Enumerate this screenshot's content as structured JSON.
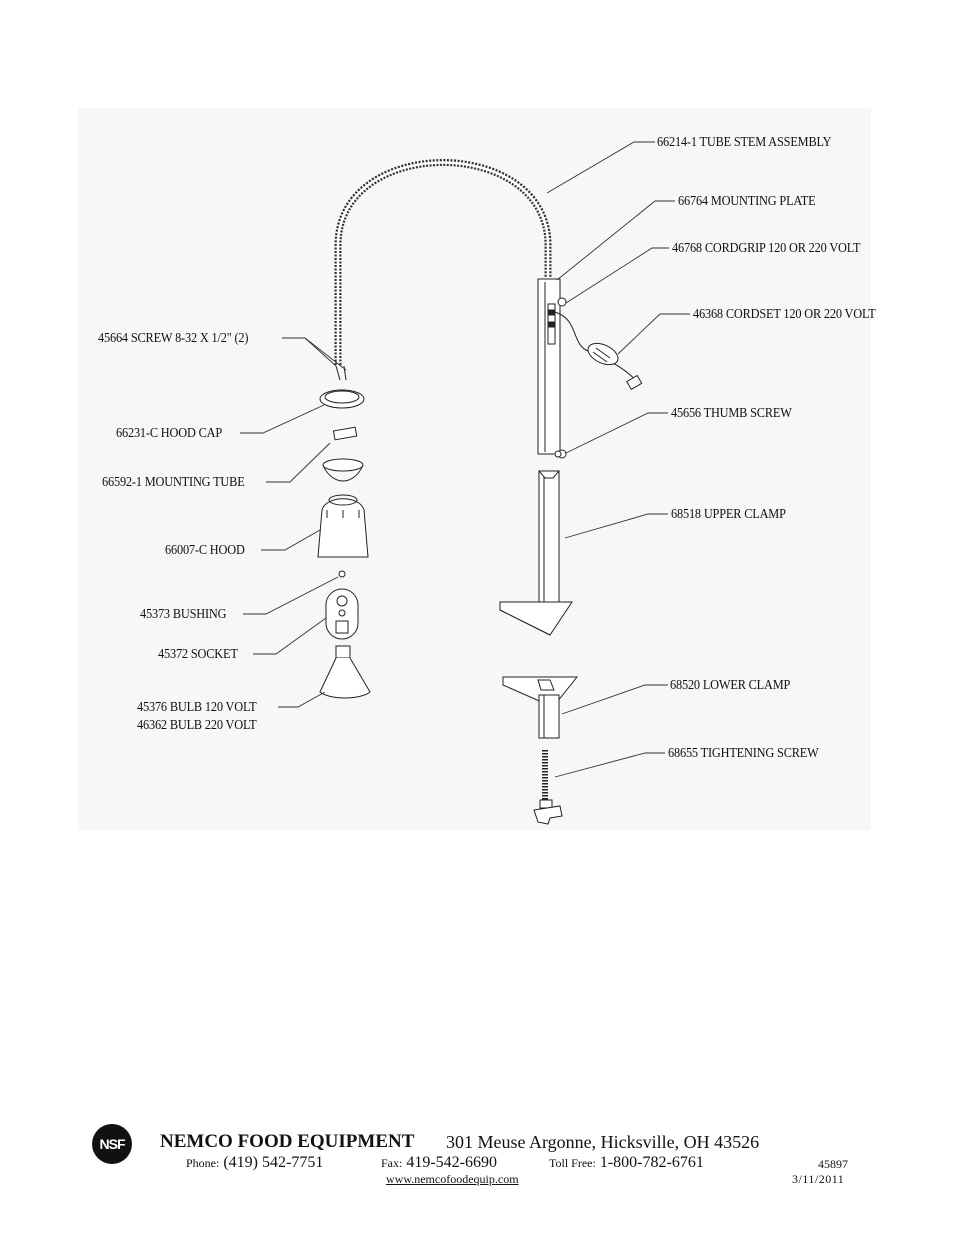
{
  "labels": {
    "tube_stem": "66214-1 TUBE STEM ASSEMBLY",
    "mounting_plate": "66764 MOUNTING PLATE",
    "cordgrip": "46768 CORDGRIP 120 OR 220 VOLT",
    "cordset": "46368 CORDSET 120 OR 220 VOLT",
    "screw": "45664 SCREW 8-32 X 1/2\" (2)",
    "thumb_screw": "45656 THUMB SCREW",
    "hood_cap": "66231-C HOOD CAP",
    "mounting_tube": "66592-1 MOUNTING TUBE",
    "upper_clamp": "68518 UPPER CLAMP",
    "hood": "66007-C HOOD",
    "bushing": "45373 BUSHING",
    "socket": "45372 SOCKET",
    "lower_clamp": "68520 LOWER CLAMP",
    "bulb_120": "45376 BULB 120 VOLT",
    "bulb_220": "46362 BULB 220 VOLT",
    "tightening_screw": "68655 TIGHTENING SCREW"
  },
  "footer": {
    "logo": "NSF",
    "company": "NEMCO FOOD EQUIPMENT",
    "address": "301 Meuse Argonne, Hicksville, OH 43526",
    "phone_label": "Phone:",
    "phone": "(419) 542-7751",
    "fax_label": "Fax:",
    "fax": "419-542-6690",
    "tollfree_label": "Toll Free:",
    "tollfree": "1-800-782-6761",
    "doc_number": "45897",
    "website": "www.nemcofoodequip.com",
    "date": "3/11/2011"
  }
}
